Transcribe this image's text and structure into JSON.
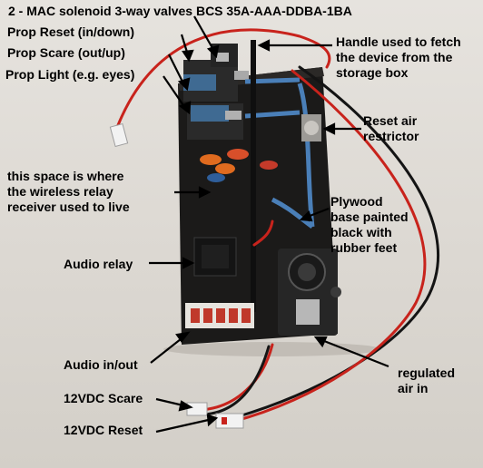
{
  "labels": {
    "title": "2 - MAC solenoid 3-way valves BCS 35A-AAA-DDBA-1BA",
    "prop_reset": "Prop Reset (in/down)",
    "prop_scare": "Prop Scare (out/up)",
    "prop_light": "Prop Light (e.g. eyes)",
    "handle": "Handle used to fetch\nthe device from the\nstorage box",
    "reset_restrictor": "Reset air\nrestrictor",
    "wireless_space": "this space is where\nthe wireless relay\nreceiver used to live",
    "plywood_base": "Plywood\nbase painted\nblack with\nrubber feet",
    "audio_relay": "Audio relay",
    "audio_io": "Audio in/out",
    "regulated_air": "regulated\nair in",
    "scare_12vdc": "12VDC Scare",
    "reset_12vdc": "12VDC Reset"
  },
  "colors": {
    "background": "#dcd8d2",
    "board": "#1b1a19",
    "wire_red": "#c8231c",
    "wire_black": "#141414",
    "valve_blue": "#3f6a92"
  }
}
